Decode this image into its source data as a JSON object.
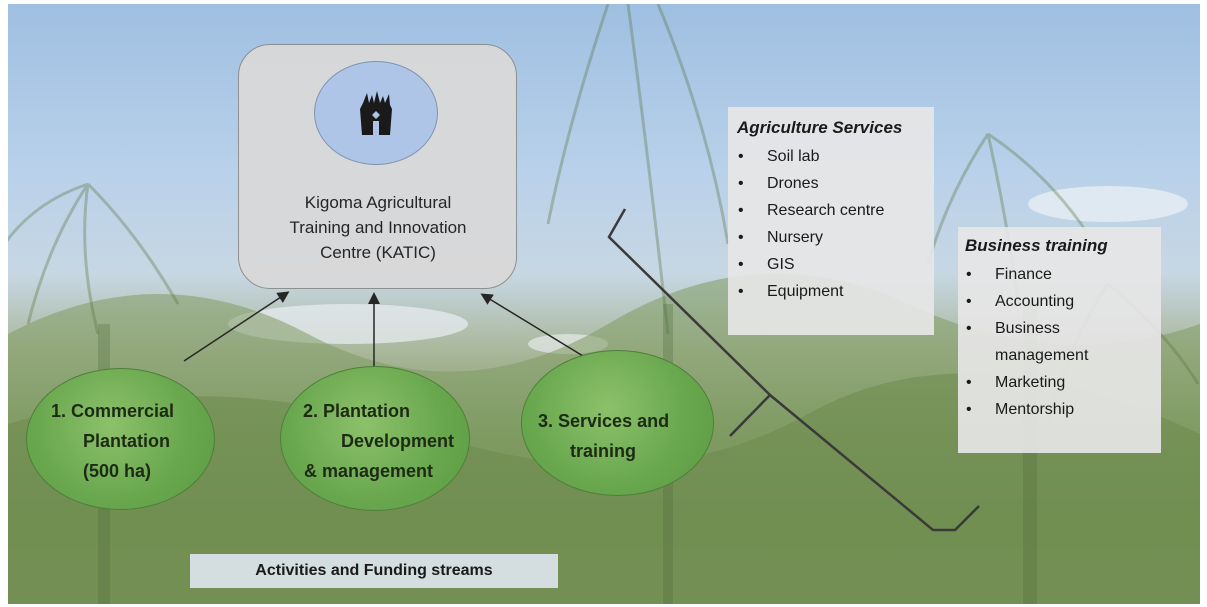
{
  "centre": {
    "logo": "katic-logo",
    "title_line1": "Kigoma Agricultural",
    "title_line2": "Training and Innovation",
    "title_line3": "Centre (KATIC)"
  },
  "streams": [
    {
      "line1": "1.  Commercial",
      "line2": "Plantation",
      "line3": "(500 ha)",
      "color": "#6aa84f"
    },
    {
      "line1": "2. Plantation",
      "line2": "Development",
      "line3": "& management",
      "color": "#6aa84f"
    },
    {
      "line1": "3. Services and",
      "line2": "training",
      "color": "#6aa84f"
    }
  ],
  "agriculture_services": {
    "title": "Agriculture Services",
    "items": [
      "Soil lab",
      "Drones",
      "Research centre",
      "Nursery",
      "GIS",
      "Equipment"
    ]
  },
  "business_training": {
    "title": "Business training",
    "items": [
      "Finance",
      "Accounting",
      "Business",
      "management",
      "Marketing",
      "Mentorship"
    ],
    "bulleted": [
      true,
      true,
      true,
      false,
      true,
      true
    ]
  },
  "footer": {
    "label": "Activities and Funding streams"
  },
  "bullet_glyph": "•",
  "background": "oil-palm-plantation-photo"
}
